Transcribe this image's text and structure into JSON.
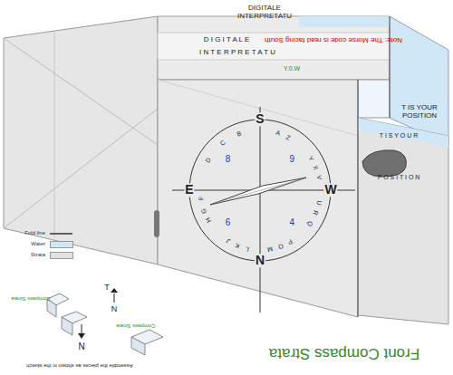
{
  "diagram": {
    "title": "Front Compass Strata",
    "labels": [
      "DIGITALE INTERPRETATU",
      "D I G I T A L E",
      "I N T E R P R E T A T U",
      "Y.0.W",
      "Note: The Morse code is read facing South",
      "T IS YOUR POSITION",
      "T I S Y O U R",
      "P O S I T I O N",
      "S",
      "N",
      "W",
      "E",
      "8",
      "9",
      "4",
      "6",
      "A",
      "Z",
      "Y",
      "X",
      "V",
      "U",
      "R",
      "Q",
      "P",
      "O",
      "M",
      "L",
      "K",
      "J",
      "H",
      "G",
      "F",
      "D",
      "C",
      "B",
      "Compass Strata",
      "T",
      "N",
      "N",
      "Compass Strata",
      "Assemble the pieces as shown in the sketch"
    ],
    "legend": [
      {
        "text": "Fold line"
      },
      {
        "text": "Water",
        "color": "#cfe7f7"
      },
      {
        "text": "Strata",
        "color": "#e3e3e3"
      }
    ]
  }
}
